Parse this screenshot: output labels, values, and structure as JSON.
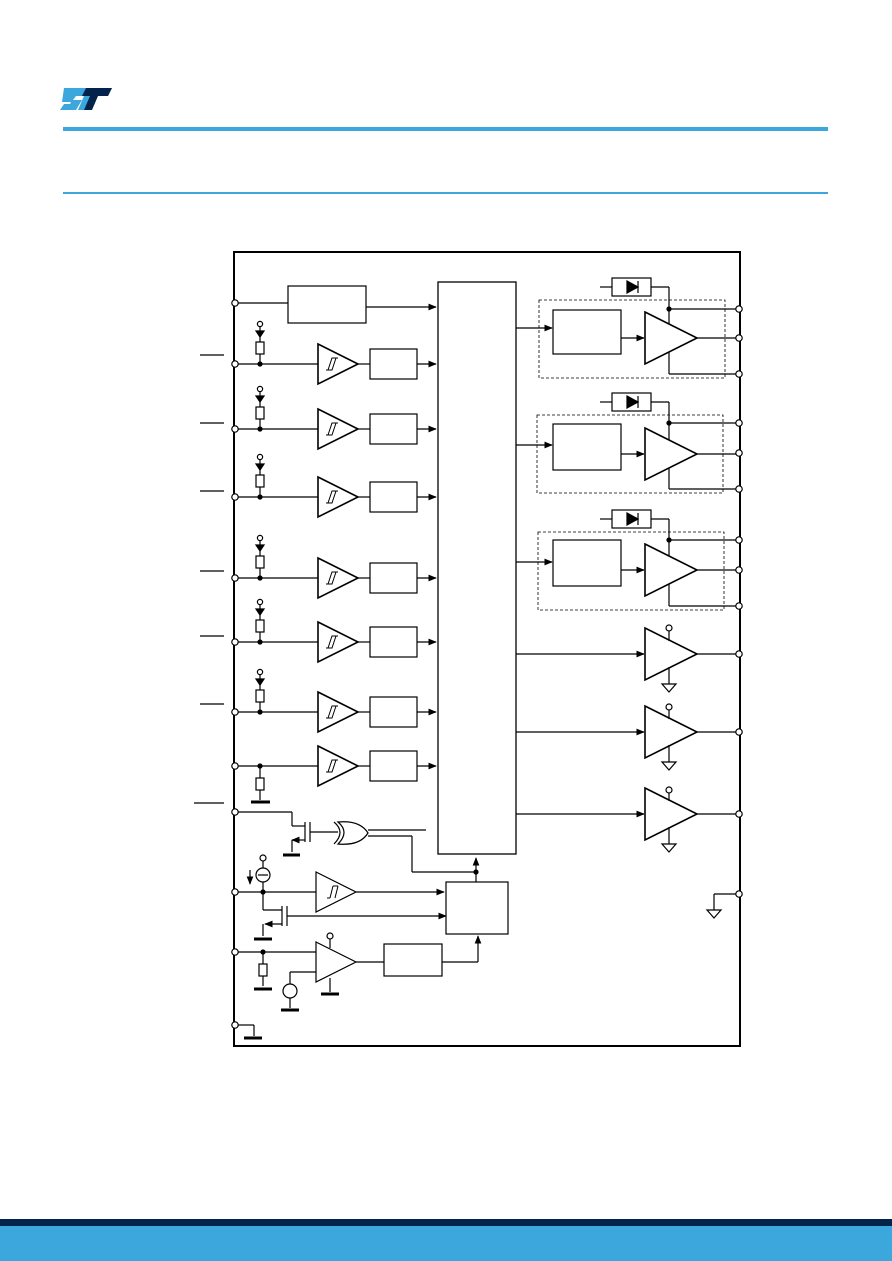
{
  "brand": {
    "logo_text": "ST"
  },
  "colors": {
    "brand_blue": "#3ca7dc",
    "footer_dark": "#03234b",
    "footer_light": "#3ca7dc",
    "rule_thick": "#3ca7dc",
    "rule_thin": "#3ca7dc",
    "line": "#000000"
  },
  "diagram": {
    "input_channels": 7,
    "output_stages_dashed": 3,
    "output_stages_plain": 3
  }
}
